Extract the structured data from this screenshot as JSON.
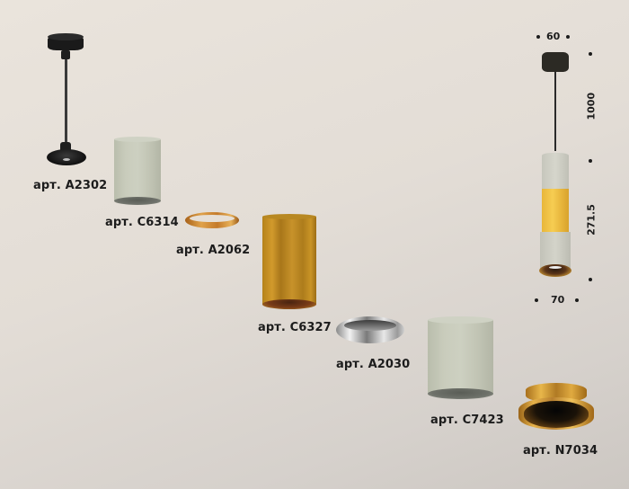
{
  "products": [
    {
      "id": "suspension",
      "label": "арт. A2302",
      "description": "black pendant suspension with cord and mounting plate"
    },
    {
      "id": "grey-cylinder-small",
      "label": "арт. C6314",
      "description": "grey cylinder housing"
    },
    {
      "id": "gold-ring-thin",
      "label": "арт. A2062",
      "description": "gold decorative ring"
    },
    {
      "id": "gold-cylinder",
      "label": "арт. C6327",
      "description": "gold cylinder housing"
    },
    {
      "id": "chrome-ring",
      "label": "арт. A2030",
      "description": "chrome decorative ring"
    },
    {
      "id": "grey-cylinder-large",
      "label": "арт. C7423",
      "description": "grey cylinder housing"
    },
    {
      "id": "gold-reflector-ring",
      "label": "арт. N7034",
      "description": "gold reflector ring"
    }
  ],
  "assembled": {
    "canopy_width": "60",
    "cord_length": "1000",
    "body_height": "271.5",
    "body_width": "70"
  },
  "colors": {
    "background": "#e9e3db",
    "grey_finish": "#c9ccbc",
    "gold_finish": "#c7922a",
    "black_finish": "#1a1a1a",
    "chrome_finish": "#c8c8c8"
  }
}
